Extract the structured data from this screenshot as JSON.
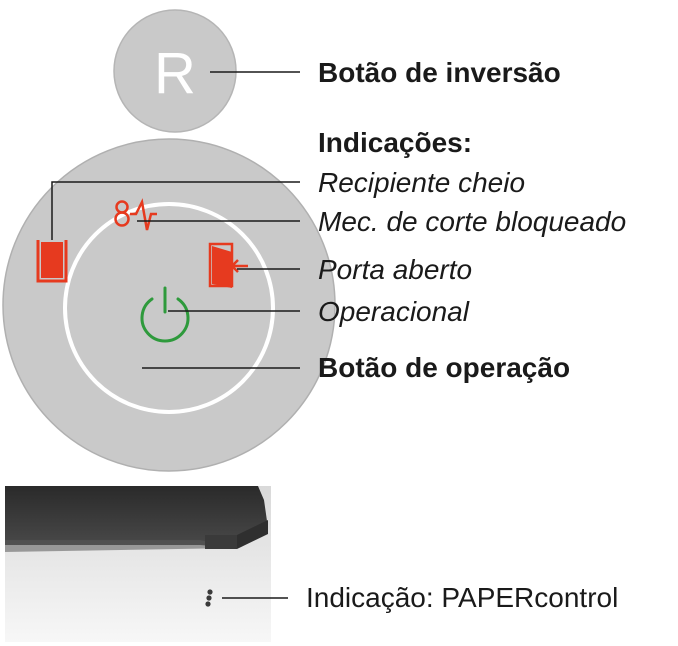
{
  "reverse_button": {
    "letter": "R",
    "label": "Botão de inversão"
  },
  "indications": {
    "heading": "Indicações:",
    "items": [
      {
        "label": "Recipiente cheio",
        "icon": "container-full-icon",
        "color": "#e63a1f"
      },
      {
        "label": "Mec. de corte bloqueado",
        "icon": "cutting-blocked-icon",
        "color": "#e63a1f"
      },
      {
        "label": "Porta aberto",
        "icon": "door-open-icon",
        "color": "#e63a1f"
      },
      {
        "label": "Operacional",
        "icon": "power-icon",
        "color": "#2e9a3c"
      }
    ]
  },
  "operation_button": {
    "label": "Botão de operação"
  },
  "papercontrol": {
    "label": "Indicação: PAPERcontrol"
  },
  "colors": {
    "button_gray": "#c9c9c9",
    "warning_red": "#e63a1f",
    "ready_green": "#2e9a3c"
  }
}
